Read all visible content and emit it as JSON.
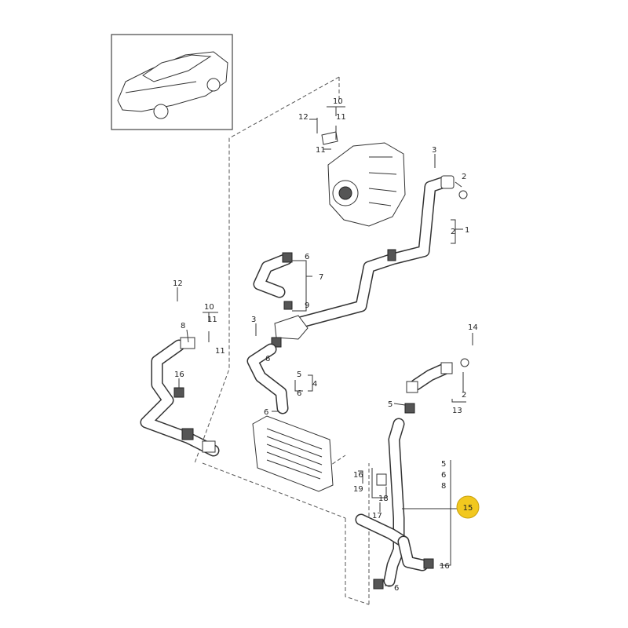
{
  "callouts": {
    "n1": "1",
    "n2a": "2",
    "n2b": "2",
    "n3a": "3",
    "n3b": "3",
    "n4": "4",
    "n5a": "5",
    "n5b": "5",
    "n5c": "5",
    "n6a": "6",
    "n6b": "6",
    "n6c": "6",
    "n6d": "6",
    "n6e": "6",
    "n7": "7",
    "n8a": "8",
    "n8b": "8",
    "n9": "9",
    "n10a": "10",
    "n10b": "10",
    "n11a": "11",
    "n11b": "11",
    "n11c": "11",
    "n11d": "11",
    "n12a": "12",
    "n12b": "12",
    "n13": "13",
    "n14": "14",
    "n15": "15",
    "n16a": "16",
    "n16b": "16",
    "n16c": "16",
    "n17": "17",
    "n18": "18",
    "n19": "19"
  },
  "colors": {
    "highlight": "#f2c81f",
    "line": "#333333"
  }
}
